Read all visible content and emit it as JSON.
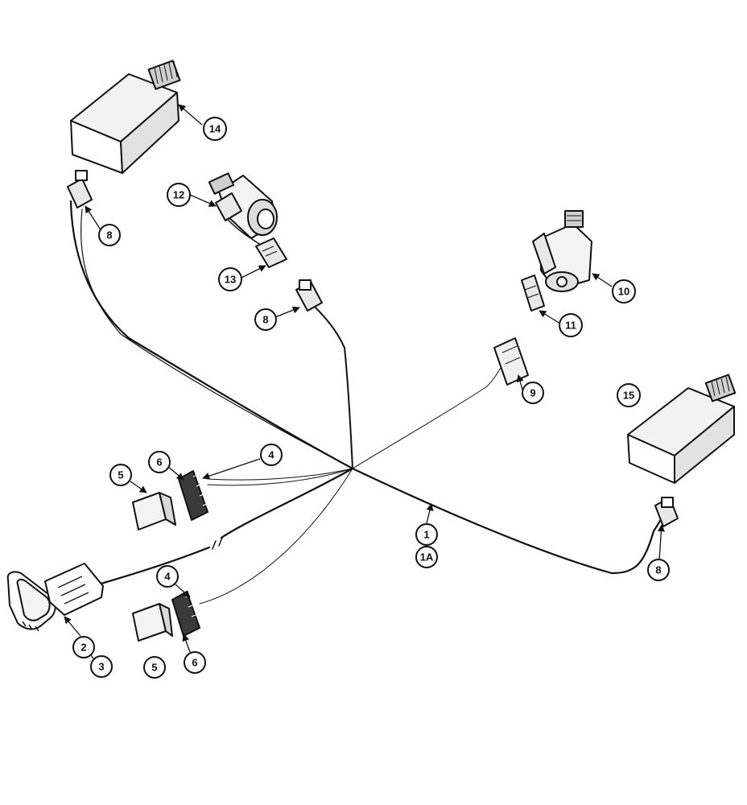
{
  "callouts": {
    "c1": "1",
    "c1a": "1A",
    "c2": "2",
    "c3": "3",
    "c4a": "4",
    "c4b": "4",
    "c5a": "5",
    "c5b": "5",
    "c6a": "6",
    "c6b": "6",
    "c8a": "8",
    "c8b": "8",
    "c8c": "8",
    "c9": "9",
    "c10": "10",
    "c11": "11",
    "c12": "12",
    "c13": "13",
    "c14": "14",
    "c15": "15"
  },
  "colors": {
    "ink": "#111111",
    "paper": "#ffffff"
  }
}
